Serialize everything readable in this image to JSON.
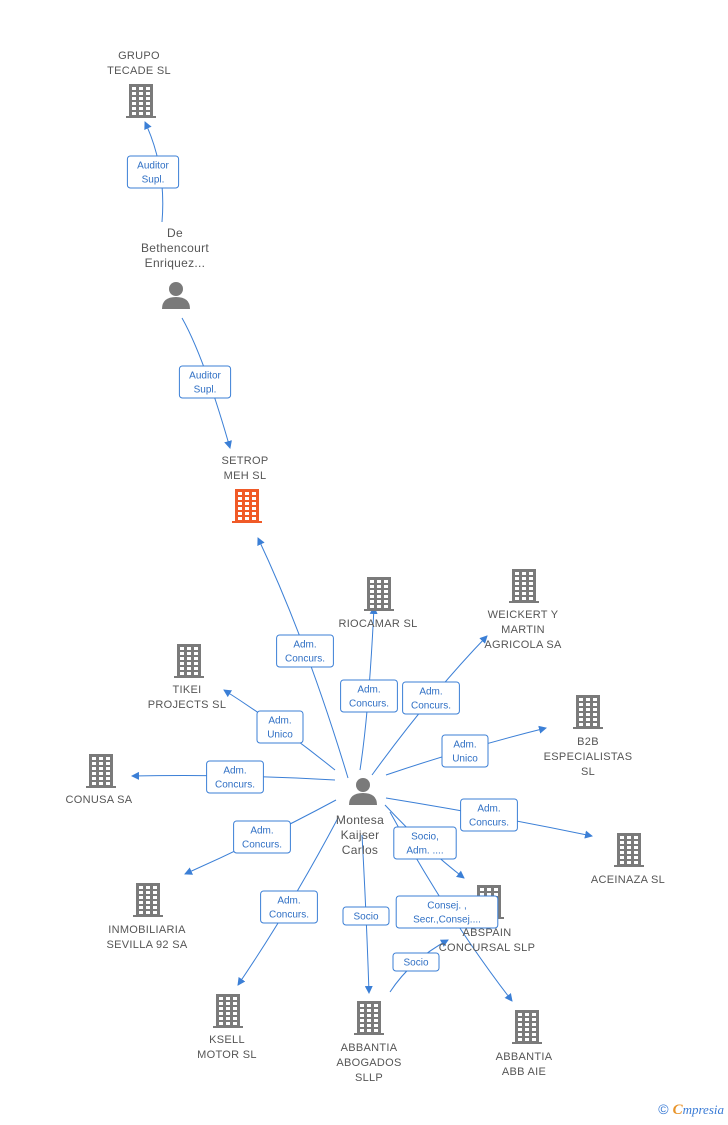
{
  "colors": {
    "node": "#7a7a7a",
    "focus": "#f05a28",
    "edge": "#3b7fd6"
  },
  "nodes": [
    {
      "id": "grupo",
      "type": "company",
      "lines": [
        "GRUPO",
        "TECADE  SL"
      ]
    },
    {
      "id": "debeth",
      "type": "person",
      "lines": [
        "De",
        "Bethencourt",
        "Enriquez..."
      ]
    },
    {
      "id": "setrop",
      "type": "company",
      "focus": true,
      "lines": [
        "SETROP",
        "MEH  SL"
      ]
    },
    {
      "id": "riocamar",
      "type": "company",
      "lines": [
        "RIOCAMAR SL"
      ]
    },
    {
      "id": "weickert",
      "type": "company",
      "lines": [
        "WEICKERT Y",
        "MARTIN",
        "AGRICOLA SA"
      ]
    },
    {
      "id": "tikei",
      "type": "company",
      "lines": [
        "TIKEI",
        "PROJECTS  SL"
      ]
    },
    {
      "id": "b2b",
      "type": "company",
      "lines": [
        "B2B",
        "ESPECIALISTAS",
        "SL"
      ]
    },
    {
      "id": "conusa",
      "type": "company",
      "lines": [
        "CONUSA SA"
      ]
    },
    {
      "id": "montesa",
      "type": "person",
      "lines": [
        "Montesa",
        "Kaijser",
        "Carlos"
      ]
    },
    {
      "id": "aceinaza",
      "type": "company",
      "lines": [
        "ACEINAZA SL"
      ]
    },
    {
      "id": "inmob",
      "type": "company",
      "lines": [
        "INMOBILIARIA",
        "SEVILLA 92 SA"
      ]
    },
    {
      "id": "abspain",
      "type": "company",
      "lines": [
        "ABSPAIN",
        "CONCURSAL SLP"
      ]
    },
    {
      "id": "ksell",
      "type": "company",
      "lines": [
        "KSELL",
        "MOTOR SL"
      ]
    },
    {
      "id": "abbantia_abog",
      "type": "company",
      "lines": [
        "ABBANTIA",
        "ABOGADOS",
        "SLLP"
      ]
    },
    {
      "id": "abbantia_aie",
      "type": "company",
      "lines": [
        "ABBANTIA",
        "ABB AIE"
      ]
    }
  ],
  "edges": [
    {
      "from": "debeth",
      "to": "grupo",
      "label": [
        "Auditor",
        "Supl."
      ]
    },
    {
      "from": "debeth",
      "to": "setrop",
      "label": [
        "Auditor",
        "Supl."
      ]
    },
    {
      "from": "montesa",
      "to": "setrop",
      "label": [
        "Adm.",
        "Concurs."
      ]
    },
    {
      "from": "montesa",
      "to": "riocamar",
      "label": [
        "Adm.",
        "Concurs."
      ]
    },
    {
      "from": "montesa",
      "to": "weickert",
      "label": [
        "Adm.",
        "Concurs."
      ]
    },
    {
      "from": "montesa",
      "to": "tikei",
      "label": [
        "Adm.",
        "Unico"
      ]
    },
    {
      "from": "montesa",
      "to": "b2b",
      "label": [
        "Adm.",
        "Unico"
      ]
    },
    {
      "from": "montesa",
      "to": "conusa",
      "label": [
        "Adm.",
        "Concurs."
      ]
    },
    {
      "from": "montesa",
      "to": "aceinaza",
      "label": [
        "Adm.",
        "Concurs."
      ]
    },
    {
      "from": "montesa",
      "to": "inmob",
      "label": [
        "Adm.",
        "Concurs."
      ]
    },
    {
      "from": "montesa",
      "to": "abspain",
      "label": [
        "Socio,",
        "Adm. ...."
      ]
    },
    {
      "from": "montesa",
      "to": "ksell",
      "label": [
        "Adm.",
        "Concurs."
      ]
    },
    {
      "from": "montesa",
      "to": "abbantia_abog",
      "label": [
        "Socio"
      ]
    },
    {
      "from": "montesa",
      "to": "abbantia_aie",
      "label": [
        "Consej. ,",
        "Secr.,Consej...."
      ]
    },
    {
      "from": "abbantia_abog",
      "to": "abspain",
      "label": [
        "Socio"
      ]
    }
  ],
  "brand": {
    "copyright": "©",
    "first": "C",
    "rest": "mpresia"
  }
}
